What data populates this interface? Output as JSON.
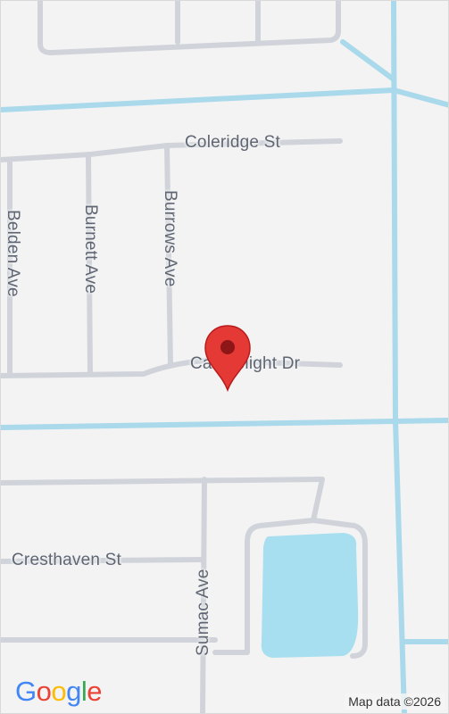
{
  "streets": {
    "coleridge": "Coleridge St",
    "belden": "Belden Ave",
    "burnett": "Burnett Ave",
    "burrows": "Burrows Ave",
    "candlelight": "Candlelight Dr",
    "cresthaven": "Cresthaven St",
    "sumac": "Sumac Ave"
  },
  "logo": {
    "g1": "G",
    "o1": "o",
    "o2": "o",
    "g2": "g",
    "l": "l",
    "e": "e"
  },
  "attribution": "Map data ©2026",
  "colors": {
    "background": "#f3f3f3",
    "major_road": "#a9d9ea",
    "minor_road": "#d0d4da",
    "water": "#a8dff0",
    "pin": "#e53935",
    "label": "#5f6673"
  },
  "marker": {
    "icon": "map-pin-icon"
  }
}
